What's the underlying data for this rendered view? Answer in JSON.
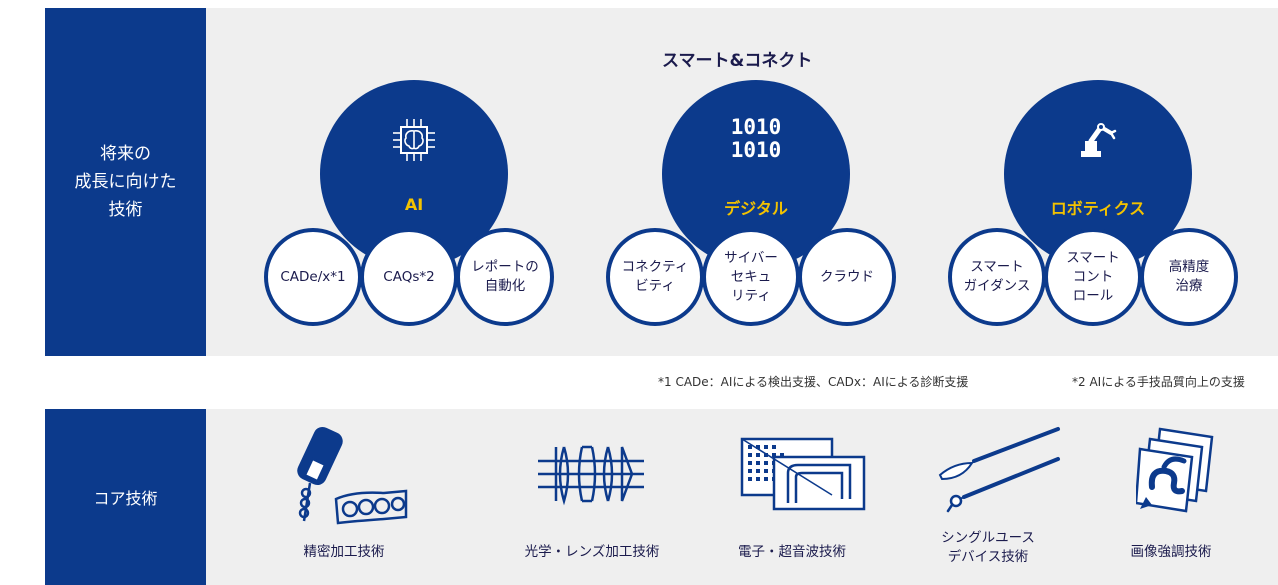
{
  "future": {
    "side_label": "将来の\n成長に向けた\n技術",
    "title": "スマート&コネクト",
    "groups": [
      {
        "label": "AI",
        "icon": "ai-chip-brain-icon",
        "items": [
          "CADe/x*1",
          "CAQs*2",
          "レポートの\n自動化"
        ]
      },
      {
        "label": "デジタル",
        "icon": "binary-digits-icon",
        "icon_text": "1010\n1010",
        "items": [
          "コネクティ\nビティ",
          "サイバー\nセキュ\nリティ",
          "クラウド"
        ]
      },
      {
        "label": "ロボティクス",
        "icon": "robot-arm-icon",
        "items": [
          "スマート\nガイダンス",
          "スマート\nコント\nロール",
          "高精度\n治療"
        ]
      }
    ],
    "footnotes": [
      "*1  CADe：AIによる検出支援、CADx：AIによる診断支援",
      "*2  AIによる手技品質向上の支援"
    ]
  },
  "core": {
    "side_label": "コア技術",
    "items": [
      {
        "label": "精密加工技術",
        "icon": "endoscope-tip-icon"
      },
      {
        "label": "光学・レンズ加工技術",
        "icon": "lens-optics-icon"
      },
      {
        "label": "電子・超音波技術",
        "icon": "electronic-ultrasound-icon"
      },
      {
        "label": "シングルユース\nデバイス技術",
        "icon": "single-use-device-icon"
      },
      {
        "label": "画像強調技術",
        "icon": "image-enhancement-icon"
      }
    ]
  },
  "colors": {
    "navy": "#0c3a8c",
    "accent": "#f3c200",
    "panel": "#efefef"
  }
}
